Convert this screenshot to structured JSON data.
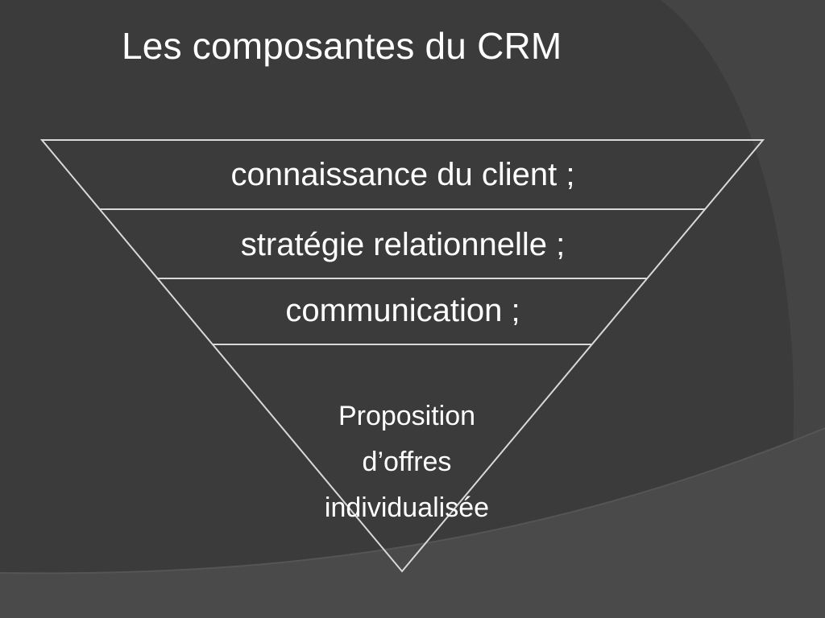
{
  "slide": {
    "title": "Les composantes du CRM",
    "colors": {
      "background": "#3b3b3b",
      "background_light": "#444444",
      "background_band": "#4a4a4a",
      "line": "#d9d9d9",
      "text": "#ffffff"
    }
  },
  "funnel": {
    "levels": [
      {
        "label": "connaissance du client ;"
      },
      {
        "label": "stratégie relationnelle ;"
      },
      {
        "label": "communication ;"
      }
    ],
    "tip": {
      "lines": [
        "Proposition",
        "d’offres",
        "individualisée"
      ]
    }
  }
}
